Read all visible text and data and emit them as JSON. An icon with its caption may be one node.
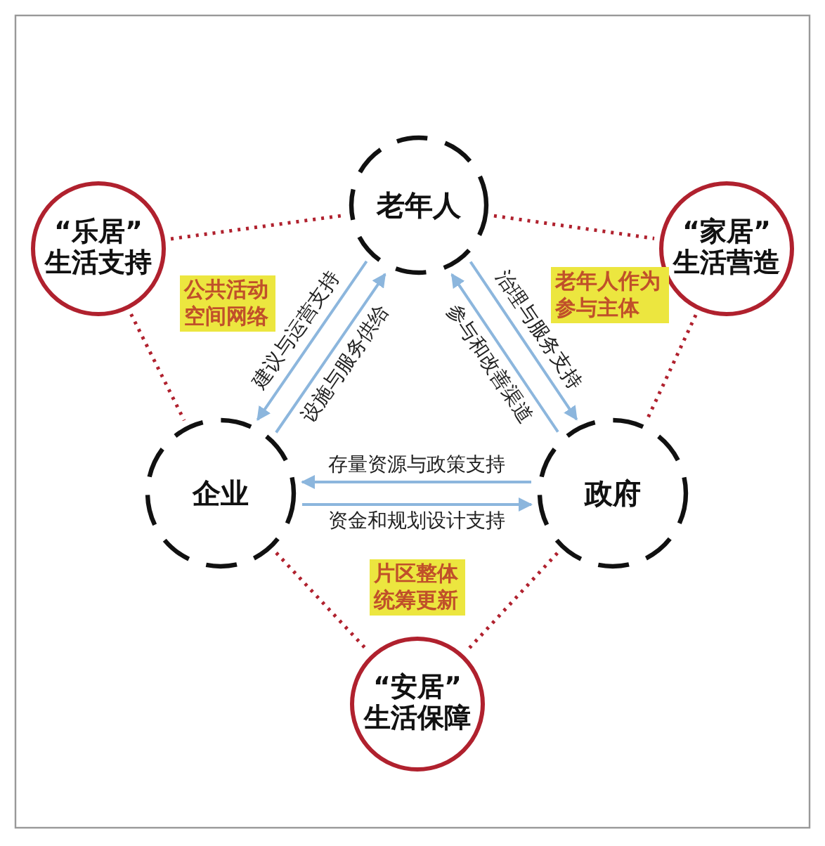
{
  "diagram": {
    "nodes": [
      {
        "text": [
          "老年人"
        ]
      },
      {
        "text": [
          "企业"
        ]
      },
      {
        "text": [
          "政府"
        ]
      },
      {
        "text": [
          "“乐居”",
          "生活支持"
        ]
      },
      {
        "text": [
          "“家居”",
          "生活营造"
        ]
      },
      {
        "text": [
          "“安居”",
          "生活保障"
        ]
      }
    ],
    "edges": [
      {
        "from": 0,
        "to": 1,
        "arrow": "to",
        "label": "建议与运营支持"
      },
      {
        "from": 1,
        "to": 0,
        "arrow": "to",
        "label": "设施与服务供给"
      },
      {
        "from": 2,
        "to": 0,
        "arrow": "to",
        "label": "参与和改善渠道"
      },
      {
        "from": 0,
        "to": 2,
        "arrow": "to",
        "label": "治理与服务支持"
      },
      {
        "from": 2,
        "to": 1,
        "arrow": "to",
        "label": "存量资源与政策支持"
      },
      {
        "from": 1,
        "to": 2,
        "arrow": "to",
        "label": "资金和规划设计支持"
      },
      {
        "from": 3,
        "to": 0,
        "arrow": "none",
        "style": "dashed",
        "color": "#b0212e"
      },
      {
        "from": 0,
        "to": 4,
        "arrow": "none",
        "style": "dashed",
        "color": "#b0212e"
      },
      {
        "from": 3,
        "to": 1,
        "arrow": "none",
        "style": "dashed",
        "color": "#b0212e"
      },
      {
        "from": 4,
        "to": 2,
        "arrow": "none",
        "style": "dashed",
        "color": "#b0212e"
      },
      {
        "from": 1,
        "to": 5,
        "arrow": "none",
        "style": "dashed",
        "color": "#b0212e"
      },
      {
        "from": 2,
        "to": 5,
        "arrow": "none",
        "style": "dashed",
        "color": "#b0212e"
      }
    ],
    "labels": [
      "公共活动空间网络",
      "老年人作为参与主体",
      "片区整体统筹更新"
    ]
  }
}
